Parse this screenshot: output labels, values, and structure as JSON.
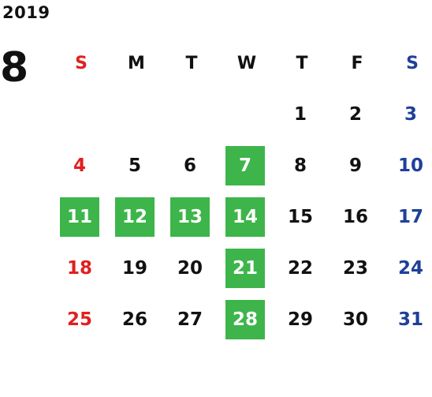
{
  "calendar": {
    "year": "2019",
    "month": "8",
    "weekdays": [
      "S",
      "M",
      "T",
      "W",
      "T",
      "F",
      "S"
    ],
    "first_weekday_index": 4,
    "days_in_month": 31,
    "highlighted_days": [
      7,
      11,
      12,
      13,
      14,
      21,
      28
    ],
    "colors": {
      "sunday": "#e02020",
      "saturday": "#1f3f99",
      "weekday": "#111111",
      "highlight_bg": "#3db54a",
      "highlight_text": "#ffffff"
    }
  }
}
